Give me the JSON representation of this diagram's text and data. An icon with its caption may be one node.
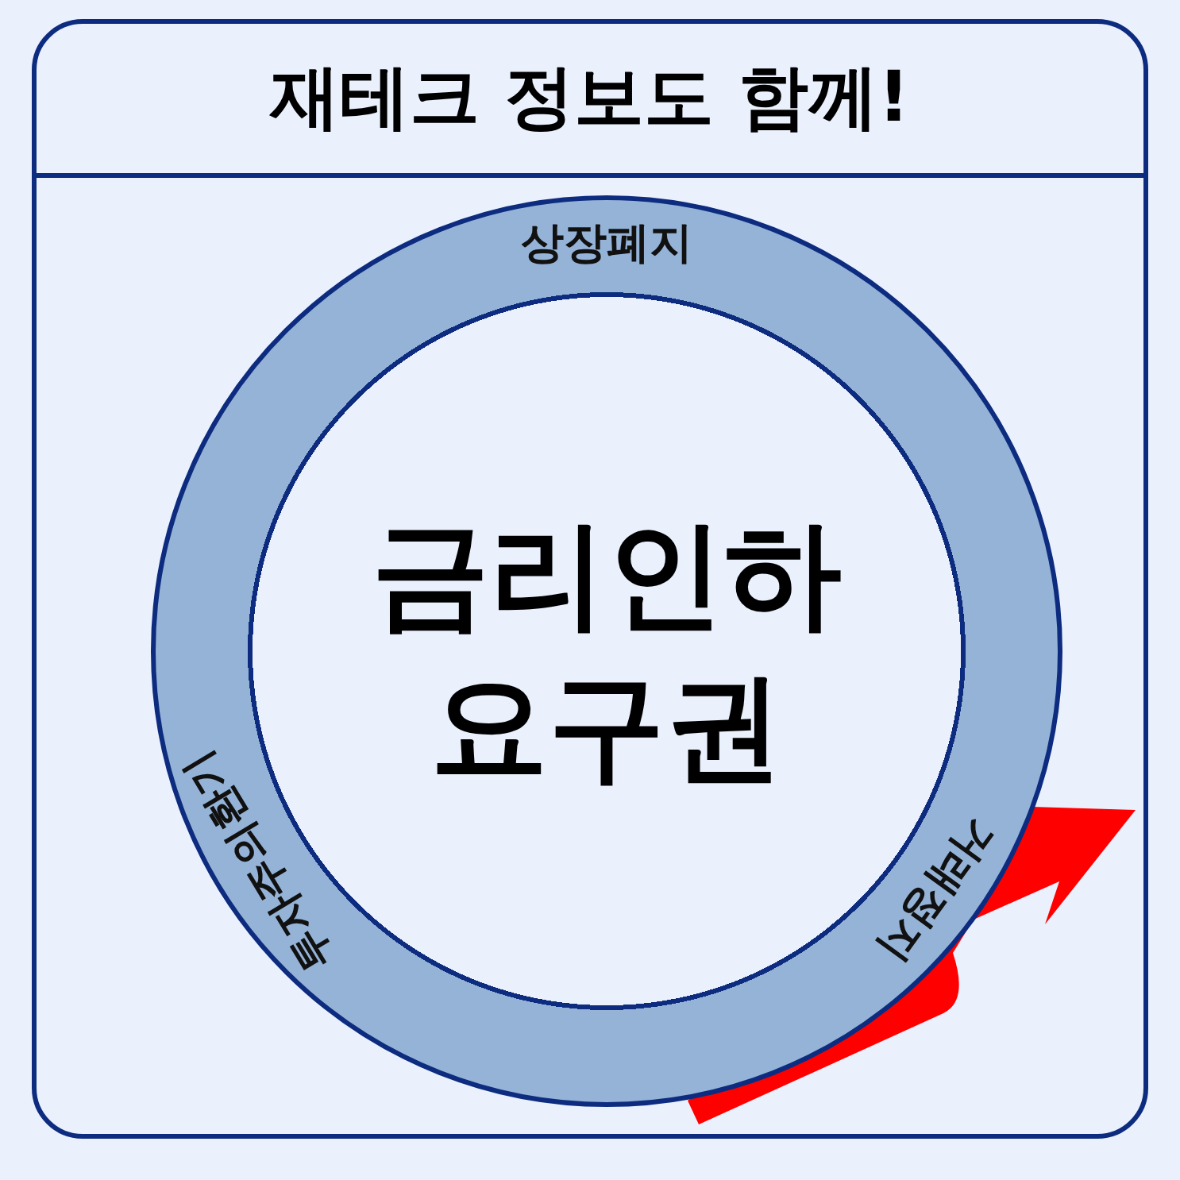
{
  "diagram": {
    "title": "재테크 정보도 함께!",
    "nodes": [
      {
        "text": [
          "상장폐지",
          "금리인하 요구권",
          "투자주의환기",
          "거래정지"
        ]
      }
    ]
  }
}
